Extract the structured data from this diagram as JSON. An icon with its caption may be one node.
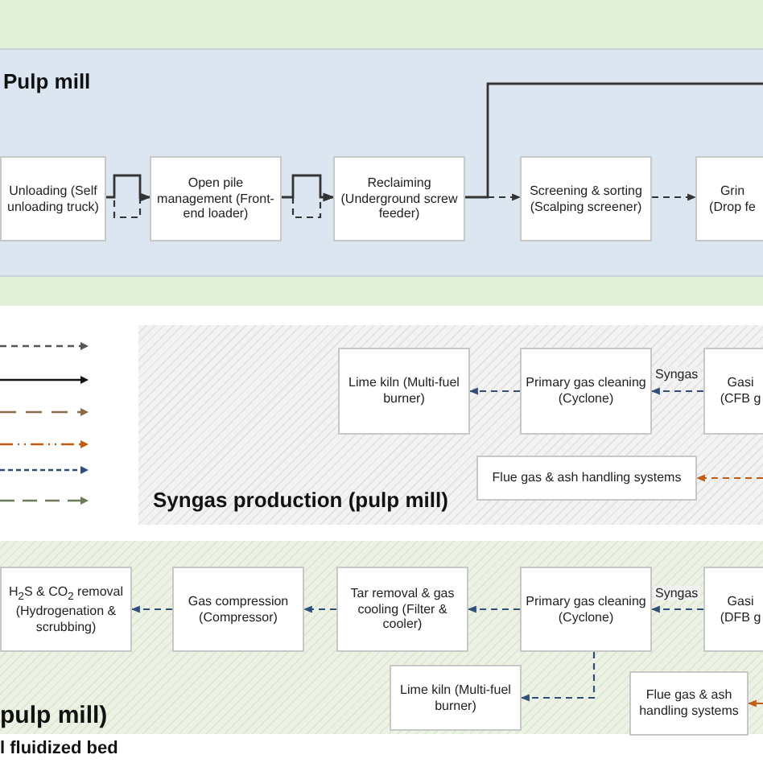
{
  "diagram": {
    "nodes": [
      {
        "text": [
          "Pulp mill"
        ]
      },
      {
        "text": [
          "Unloading (Self unloading truck)"
        ],
        "in": 0
      },
      {
        "text": [
          "Open pile management (Front-end loader)"
        ],
        "in": 0
      },
      {
        "text": [
          "Reclaiming (Underground screw feeder)"
        ],
        "in": 0
      },
      {
        "text": [
          "Screening & sorting (Scalping screener)"
        ],
        "in": 0
      },
      {
        "text": [
          "Grin",
          "(Drop fe"
        ],
        "in": 0
      },
      {
        "text": [
          "Syngas production (pulp mill)"
        ]
      },
      {
        "text": [
          "Lime kiln (Multi-fuel burner)"
        ],
        "in": 6
      },
      {
        "text": [
          "Primary gas cleaning (Cyclone)"
        ],
        "in": 6
      },
      {
        "text": [
          "Gasi",
          "(CFB g"
        ],
        "in": 6
      },
      {
        "text": [
          "Flue gas & ash handling systems"
        ],
        "in": 6
      },
      {
        "text": [
          "pulp mill)"
        ]
      },
      {
        "text": [
          "H$_{2}$S & CO$_{2}$ removal (Hydrogenation & scrubbing)"
        ],
        "in": 11
      },
      {
        "text": [
          "Gas compression (Compressor)"
        ],
        "in": 11
      },
      {
        "text": [
          "Tar removal & gas cooling (Filter & cooler)"
        ],
        "in": 11
      },
      {
        "text": [
          "Primary gas cleaning (Cyclone)"
        ],
        "in": 11
      },
      {
        "text": [
          "Gasi",
          "(DFB g"
        ],
        "in": 11
      },
      {
        "text": [
          "Lime kiln (Multi-fuel burner)"
        ],
        "in": 11
      },
      {
        "text": [
          "Flue gas & ash handling systems"
        ],
        "in": 11
      }
    ],
    "edges": [
      {
        "from": 1,
        "to": 2,
        "arrow": "to"
      },
      {
        "from": 1,
        "to": 2,
        "arrow": "to",
        "style": "dashed"
      },
      {
        "from": 2,
        "to": 3,
        "arrow": "to"
      },
      {
        "from": 2,
        "to": 3,
        "arrow": "to",
        "style": "dashed"
      },
      {
        "from": 3,
        "to": null,
        "arrow": "none"
      },
      {
        "from": 3,
        "to": 4,
        "arrow": "to",
        "style": "dashed"
      },
      {
        "from": 4,
        "to": 5,
        "arrow": "to",
        "style": "dashed"
      },
      {
        "from": 9,
        "to": 8,
        "arrow": "to",
        "label": "Syngas",
        "style": "dashed",
        "color": "#2f4f7a"
      },
      {
        "from": 8,
        "to": 7,
        "arrow": "to",
        "style": "dashed",
        "color": "#2f4f7a"
      },
      {
        "from": null,
        "to": 10,
        "arrow": "to",
        "style": "dashed",
        "color": "#c55a11"
      },
      {
        "from": 16,
        "to": 15,
        "arrow": "to",
        "label": "Syngas",
        "style": "dashed",
        "color": "#2f4f7a"
      },
      {
        "from": 15,
        "to": 14,
        "arrow": "to",
        "style": "dashed",
        "color": "#2f4f7a"
      },
      {
        "from": 14,
        "to": 13,
        "arrow": "to",
        "style": "dashed",
        "color": "#2f4f7a"
      },
      {
        "from": 13,
        "to": 12,
        "arrow": "to",
        "style": "dashed",
        "color": "#2f4f7a"
      },
      {
        "from": 15,
        "to": 17,
        "arrow": "to",
        "style": "dashed",
        "color": "#2f4f7a"
      },
      {
        "from": null,
        "to": 18,
        "arrow": "to",
        "style": "dashed",
        "color": "#c55a11"
      }
    ],
    "labels": [
      "l fluidized bed"
    ]
  }
}
